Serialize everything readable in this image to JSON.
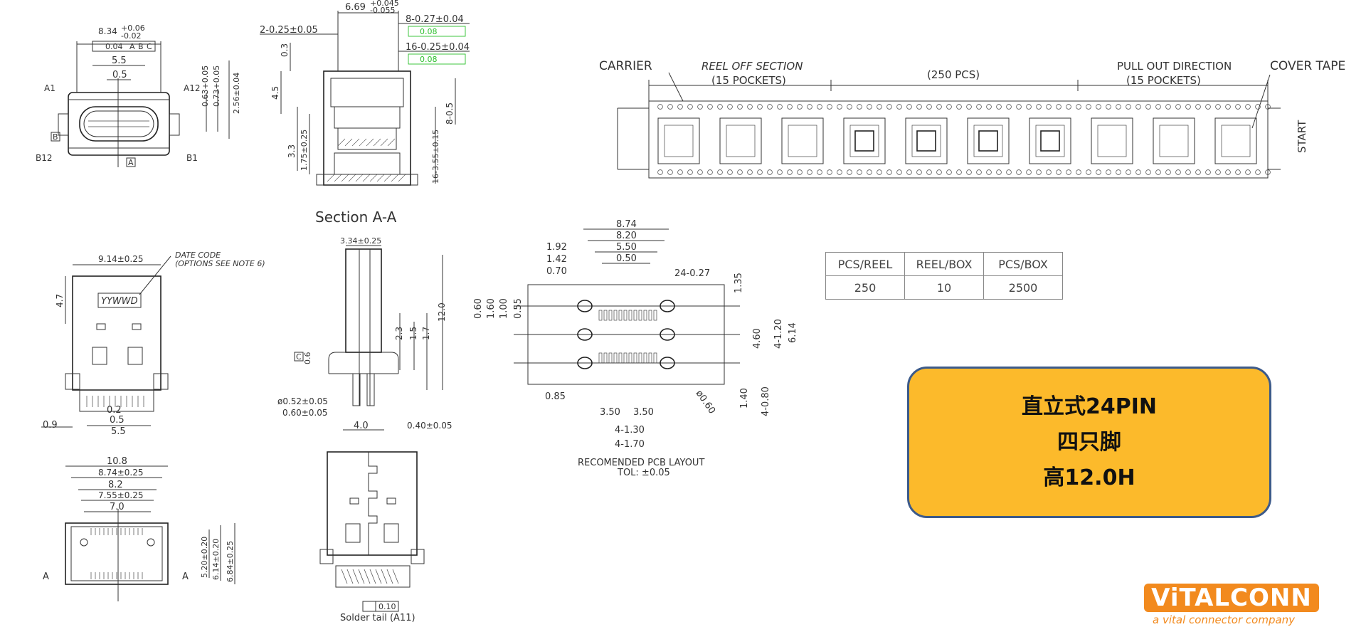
{
  "tape": {
    "carrier": "CARRIER",
    "reel_off_section": "REEL OFF SECTION",
    "reel_off_pockets": "(15 POCKETS)",
    "middle_pcs": "(250 PCS)",
    "pull_out_direction": "PULL OUT DIRECTION",
    "pull_out_pockets": "(15 POCKETS)",
    "cover_tape": "COVER TAPE",
    "start": "START"
  },
  "packing_table": {
    "headers": [
      "PCS/REEL",
      "REEL/BOX",
      "PCS/BOX"
    ],
    "values": [
      "250",
      "10",
      "2500"
    ]
  },
  "spec_box": {
    "line1": "直立式24PIN",
    "line2": "四只脚",
    "line3": "高12.0H"
  },
  "logo": {
    "name": "ViTALCONN",
    "tagline": "a vital connector company"
  },
  "front_view": {
    "dim_width": "8.34",
    "dim_width_tol_up": "+0.06",
    "dim_width_tol_dn": "-0.02",
    "tol_frame": "0.04",
    "datum_a": "A",
    "datum_b": "B",
    "datum_c": "C",
    "dim_5_5": "5.5",
    "dim_0_5": "0.5",
    "a1": "A1",
    "a12": "A12",
    "b12": "B12",
    "b1": "B1",
    "v1": "0.63+0.05",
    "v2": "0.73+0.05",
    "v3": "2.56±0.04"
  },
  "section_view": {
    "title": "Section A-A",
    "dim_top": "6.69",
    "dim_top_up": "+0.045",
    "dim_top_dn": "-0.055",
    "dim_a": "2-0.25±0.05",
    "dim_b": "8-0.27±0.04",
    "dim_c": "16-0.25±0.04",
    "frame_val": "0.08",
    "d03": "0.3",
    "d45": "4.5",
    "d33": "3.3",
    "d175": "1.75±0.25",
    "d85": "8-0.5",
    "d16": "16-3.55±0.15"
  },
  "side_view": {
    "dim_width": "9.14±0.25",
    "date_code": "DATE CODE",
    "date_note": "(OPTIONS SEE NOTE 6)",
    "yywwd": "YYWWD",
    "d47": "4.7",
    "d02": "0.2",
    "d05": "0.5",
    "d55": "5.5",
    "d09": "0.9"
  },
  "profile_view": {
    "d334": "3.34±0.25",
    "d06": "0.6",
    "datum_c": "C",
    "d23": "2.3",
    "d15": "1.5",
    "d17": "1.7",
    "d120": "12.0",
    "d052": "ø0.52±0.05",
    "d060": "0.60±0.05",
    "d40": "4.0",
    "d040": "0.40±0.05"
  },
  "bottom_view": {
    "d108": "10.8",
    "d874": "8.74±0.25",
    "d82": "8.2",
    "d755": "7.55±0.25",
    "d70": "7.0",
    "d520": "5.20±0.20",
    "d614": "6.14±0.20",
    "d684": "6.84±0.25",
    "la": "A",
    "ra": "A"
  },
  "solder_view": {
    "frame_val": "0.10",
    "label": "Solder tail (A11)"
  },
  "pcb_layout": {
    "title": "RECOMENDED PCB LAYOUT",
    "tol": "TOL: ±0.05",
    "d874": "8.74",
    "d820": "8.20",
    "d550": "5.50",
    "d050": "0.50",
    "d192": "1.92",
    "d142": "1.42",
    "d070": "0.70",
    "d24": "24-0.27",
    "d135": "1.35",
    "d060": "0.60",
    "d160": "1.60",
    "d100": "1.00",
    "d055": "0.55",
    "d460": "4.60",
    "d4120": "4-1.20",
    "d614": "6.14",
    "d085": "0.85",
    "d350a": "3.50",
    "d350b": "3.50",
    "d4130": "4-1.30",
    "d4170": "4-1.70",
    "d140": "1.40",
    "d4080": "4-0.80",
    "d060b": "ø0.60"
  }
}
